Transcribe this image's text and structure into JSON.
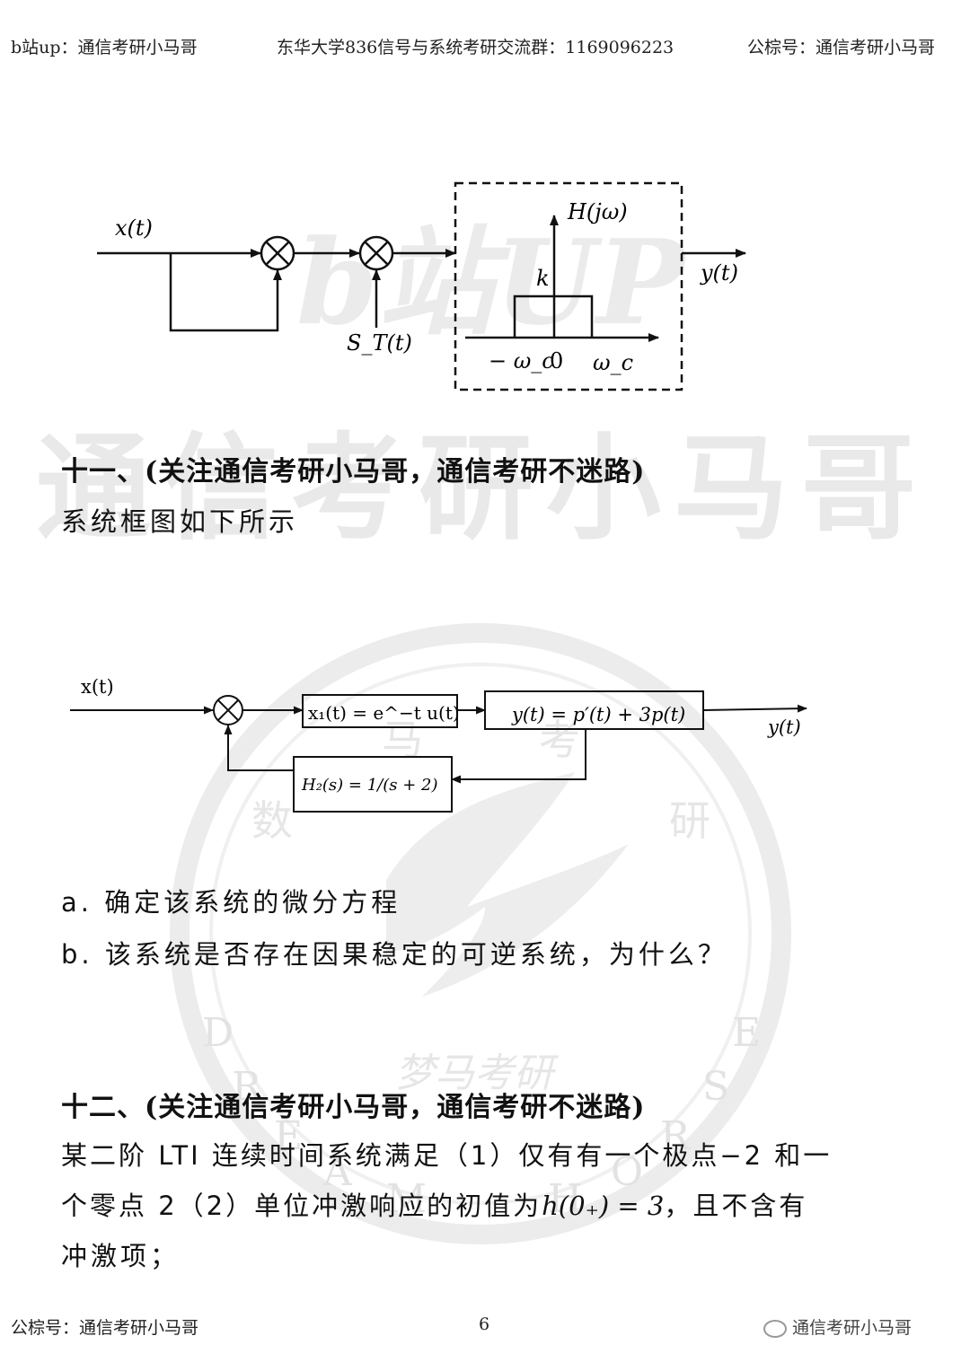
{
  "header": {
    "left": "b站up：通信考研小马哥",
    "center": "东华大学836信号与系统考研交流群：1169096223",
    "right": "公棕号：通信考研小马哥"
  },
  "footer": {
    "left": "公棕号：通信考研小马哥",
    "page": "6",
    "right": "通信考研小马哥"
  },
  "watermark": {
    "logo": "b站UP",
    "banner": "通信考研小马哥",
    "seal_top_left": "数",
    "seal_top_mid1": "马",
    "seal_top_mid2": "考",
    "seal_top_right": "研",
    "seal_bottom_text": "梦马考研",
    "seal_left_letters": [
      "D",
      "R",
      "E",
      "A",
      "M"
    ],
    "seal_right_letters": [
      "H",
      "O",
      "R",
      "S",
      "E"
    ]
  },
  "diagram1": {
    "input": "x(t)",
    "sampler": "S_T(t)",
    "filter_label": "H(jω)",
    "gain": "k",
    "neg_cutoff": "− ω_c",
    "zero": "0",
    "pos_cutoff": "ω_c",
    "output": "y(t)"
  },
  "section11": {
    "heading": "十一、(关注通信考研小马哥，通信考研不迷路)",
    "intro": "系统框图如下所示",
    "question_a": "a. 确定该系统的微分方程",
    "question_b": "b. 该系统是否存在因果稳定的可逆系统，为什么？"
  },
  "diagram2": {
    "input": "x(t)",
    "block1": "x₁(t) = e^−t u(t)",
    "block2": "y(t) = p′(t) + 3p(t)",
    "output": "y(t)",
    "feedback": "H₂(s) = 1/(s + 2)"
  },
  "section12": {
    "heading": "十二、(关注通信考研小马哥，通信考研不迷路)",
    "line1": "某二阶 LTI 连续时间系统满足（1）仅有有一个极点−2 和一",
    "line2_text": "个零点 2（2）单位冲激响应的初值为",
    "line2_math": "h(0₊) = 3",
    "line2_tail": "，且不含有",
    "line3": "冲激项；"
  }
}
